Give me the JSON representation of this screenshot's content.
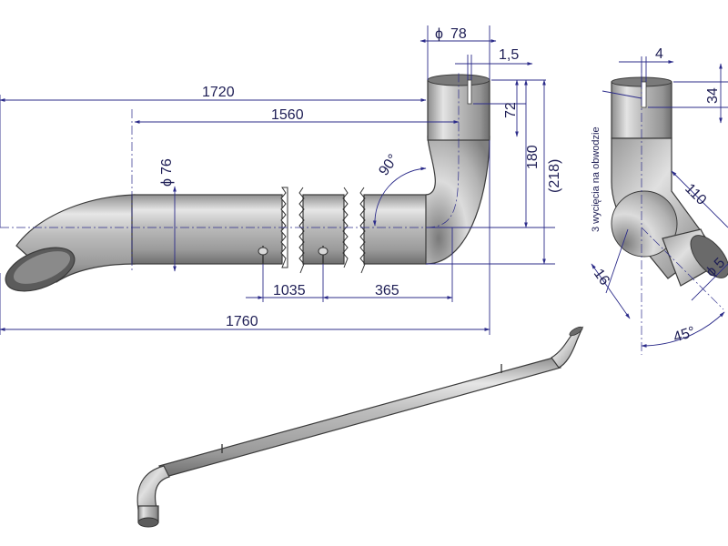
{
  "drawing": {
    "side_view": {
      "overall_length_top": "1720",
      "length_to_bend": "1560",
      "diameter_main": "76",
      "diameter_outlet": "78",
      "slot_width": "1,5",
      "slot_depth": "72",
      "height_180": "180",
      "height_218": "(218)",
      "bend_angle": "90°",
      "bracket_spacing": "1035",
      "bracket_offset": "365",
      "overall_length_bottom": "1760"
    },
    "end_view": {
      "slot_width": "4",
      "slot_depth": "34",
      "note": "3 wycięcia na obwodzie",
      "leg_length": "110",
      "leg_diameter": "5",
      "leg_offset": "16",
      "leg_angle": "45°"
    },
    "symbols": {
      "diameter": "ϕ"
    }
  }
}
